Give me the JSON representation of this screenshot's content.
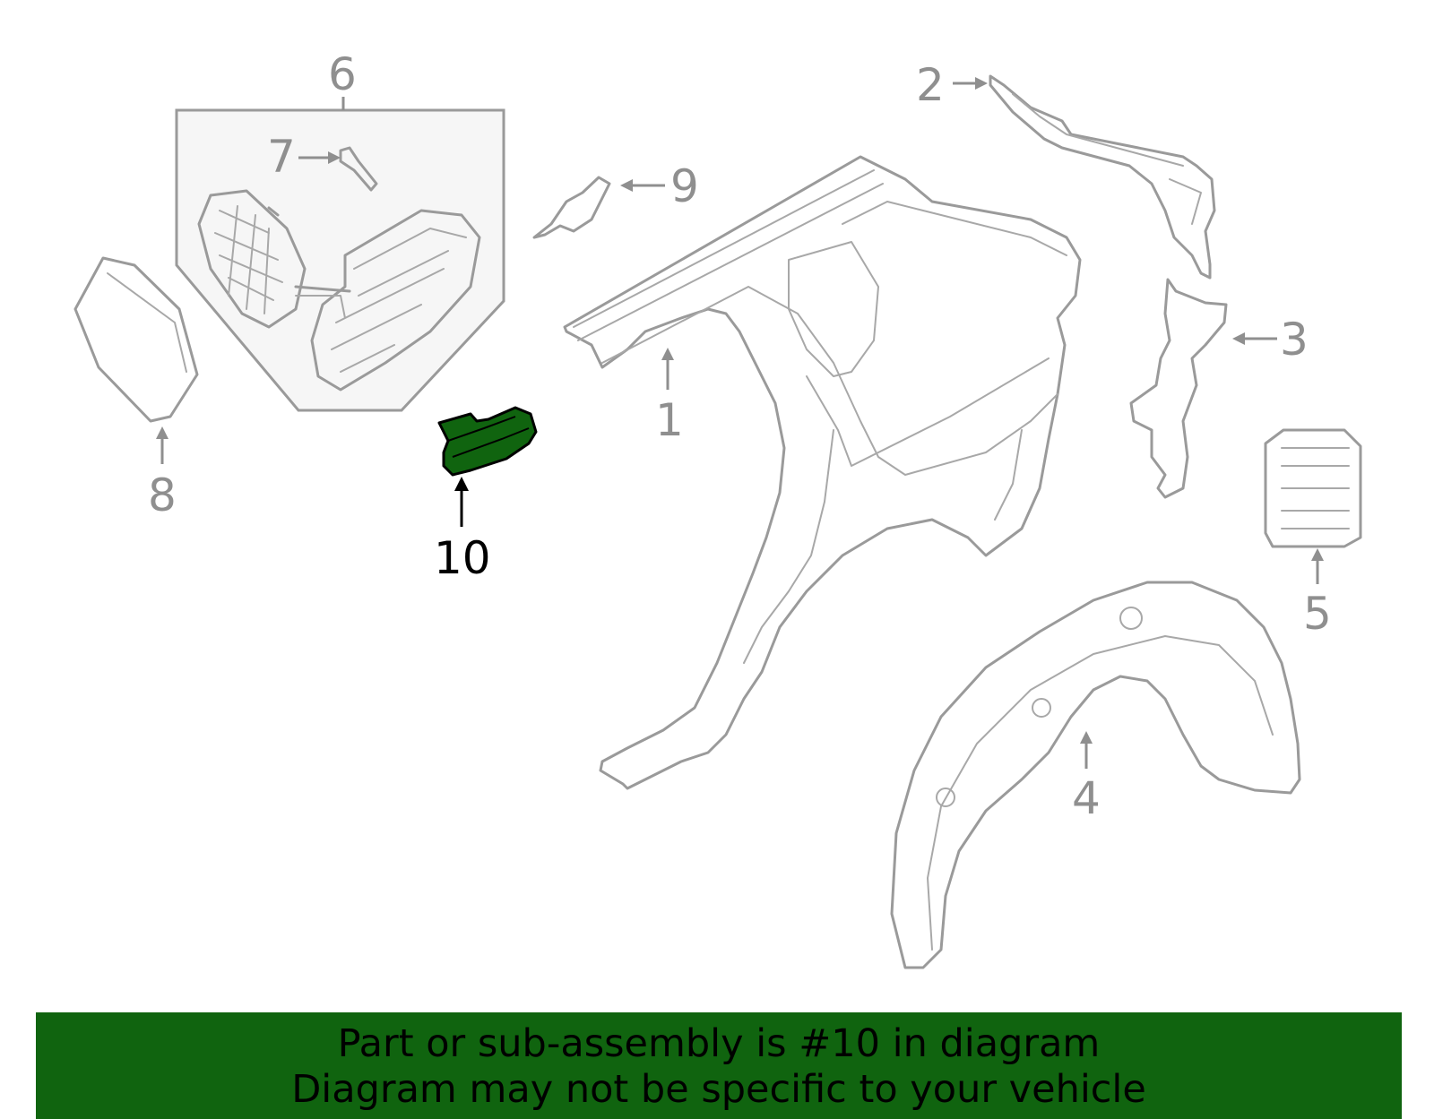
{
  "callouts": {
    "c1": "1",
    "c2": "2",
    "c3": "3",
    "c4": "4",
    "c5": "5",
    "c6": "6",
    "c7": "7",
    "c8": "8",
    "c9": "9",
    "c10": "10"
  },
  "selected_part": "10",
  "colors": {
    "highlight": "#10640f",
    "part_outline": "#9a9a9a",
    "banner_bg": "#10640f"
  },
  "banner": {
    "line1": "Part or sub-assembly is #10 in diagram",
    "line2": "Diagram may not be specific to your vehicle"
  }
}
